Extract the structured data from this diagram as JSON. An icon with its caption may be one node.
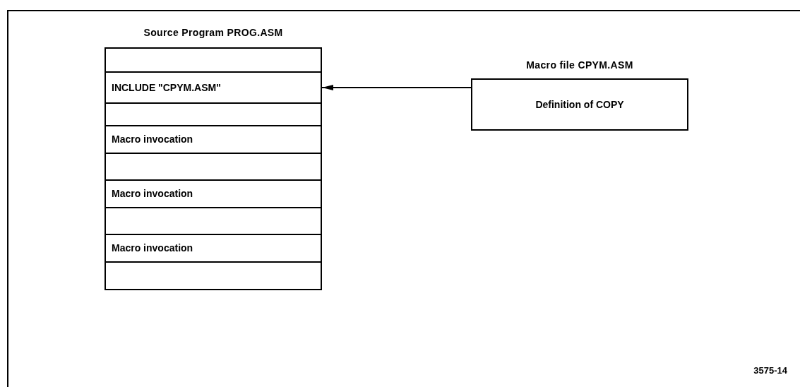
{
  "diagram": {
    "nodes": [
      {
        "text": [
          "Source Program PROG.ASM"
        ]
      },
      {
        "text": [],
        "shape": "box",
        "in": 0
      },
      {
        "text": [
          "INCLUDE \"CPYM.ASM\""
        ],
        "in": 0
      },
      {
        "text": [],
        "shape": "box",
        "in": 0
      },
      {
        "text": [
          "Macro invocation"
        ],
        "in": 0
      },
      {
        "text": [],
        "shape": "box",
        "in": 0
      },
      {
        "text": [
          "Macro invocation"
        ],
        "in": 0
      },
      {
        "text": [],
        "shape": "box",
        "in": 0
      },
      {
        "text": [
          "Macro invocation"
        ],
        "in": 0
      },
      {
        "text": [],
        "shape": "box",
        "in": 0
      },
      {
        "text": [
          "Macro file CPYM.ASM",
          "Definition of COPY"
        ]
      }
    ],
    "edges": [
      {
        "from": 10,
        "to": 2,
        "arrow": "to"
      }
    ],
    "labels": [
      "3575-14"
    ]
  }
}
